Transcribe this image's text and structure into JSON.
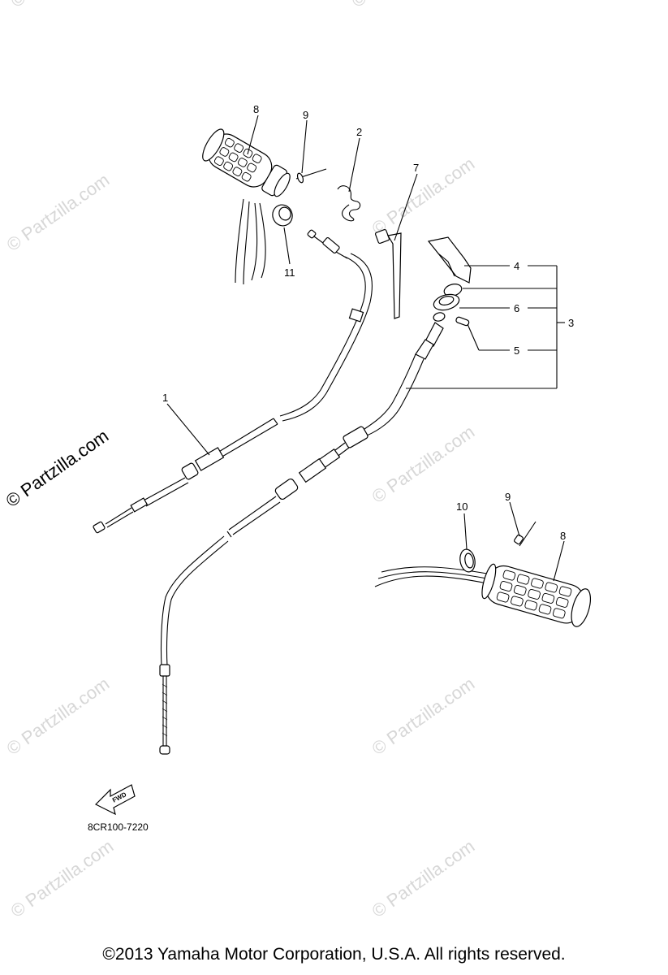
{
  "diagram": {
    "callouts": {
      "c1": "1",
      "c2": "2",
      "c3": "3",
      "c4": "4",
      "c5": "5",
      "c6": "6",
      "c7": "7",
      "c8a": "8",
      "c8b": "8",
      "c9a": "9",
      "c9b": "9",
      "c10": "10",
      "c11": "11"
    },
    "fwd_label": "FWD",
    "diagram_code": "8CR100-7220",
    "watermarks": {
      "w1": "© Partzilla.com",
      "w2": "© Partzilla.com",
      "w3": "© Partzilla.com",
      "w4": "© Partzilla.com",
      "w5": "© Partzilla.com",
      "w6": "© Partzilla.com",
      "w7": "© Partzilla.com",
      "w8": "© Partzilla.com",
      "w9": "© Partzilla.com",
      "w10": "© Partzilla.com"
    }
  },
  "footer": {
    "copyright": "©2013  Yamaha Motor Corporation, U.S.A. All rights reserved."
  }
}
